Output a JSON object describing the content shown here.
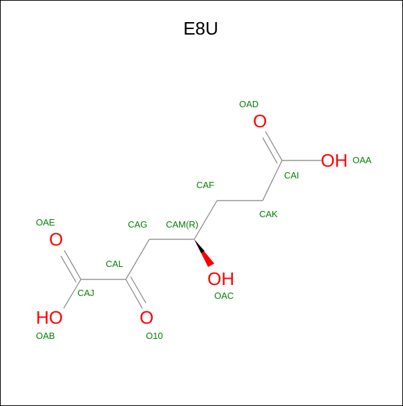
{
  "title": "E8U",
  "colors": {
    "bond": "#808080",
    "oxygen": "#ff0000",
    "atom_label": "#008000",
    "border": "#000000"
  },
  "atoms": {
    "OAD": {
      "label": "OAD",
      "symbol": "O"
    },
    "OAA": {
      "label": "OAA",
      "symbol": "OH"
    },
    "CAI": {
      "label": "CAI"
    },
    "CAF": {
      "label": "CAF"
    },
    "CAK": {
      "label": "CAK"
    },
    "CAG": {
      "label": "CAG"
    },
    "CAM": {
      "label": "CAM(R)"
    },
    "OAE": {
      "label": "OAE",
      "symbol": "O"
    },
    "CAL": {
      "label": "CAL"
    },
    "OAC": {
      "label": "OAC",
      "symbol": "OH"
    },
    "CAJ": {
      "label": "CAJ"
    },
    "OAB": {
      "label": "OAB",
      "symbol": "HO"
    },
    "O10": {
      "label": "O10",
      "symbol": "O"
    }
  }
}
